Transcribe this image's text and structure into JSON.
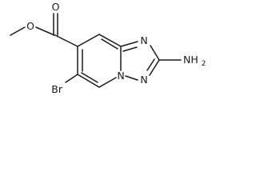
{
  "molecule": {
    "atoms": {
      "carbonyl_o": "O",
      "ester_o": "O",
      "ring_n_top": "N",
      "ring_n_bridge": "N",
      "ring_n_bottom": "N",
      "amino_main": "NH",
      "amino_sub": "2",
      "bromine": "Br"
    },
    "colors": {
      "ink": "#1a1a1a",
      "background": "#ffffff"
    }
  }
}
